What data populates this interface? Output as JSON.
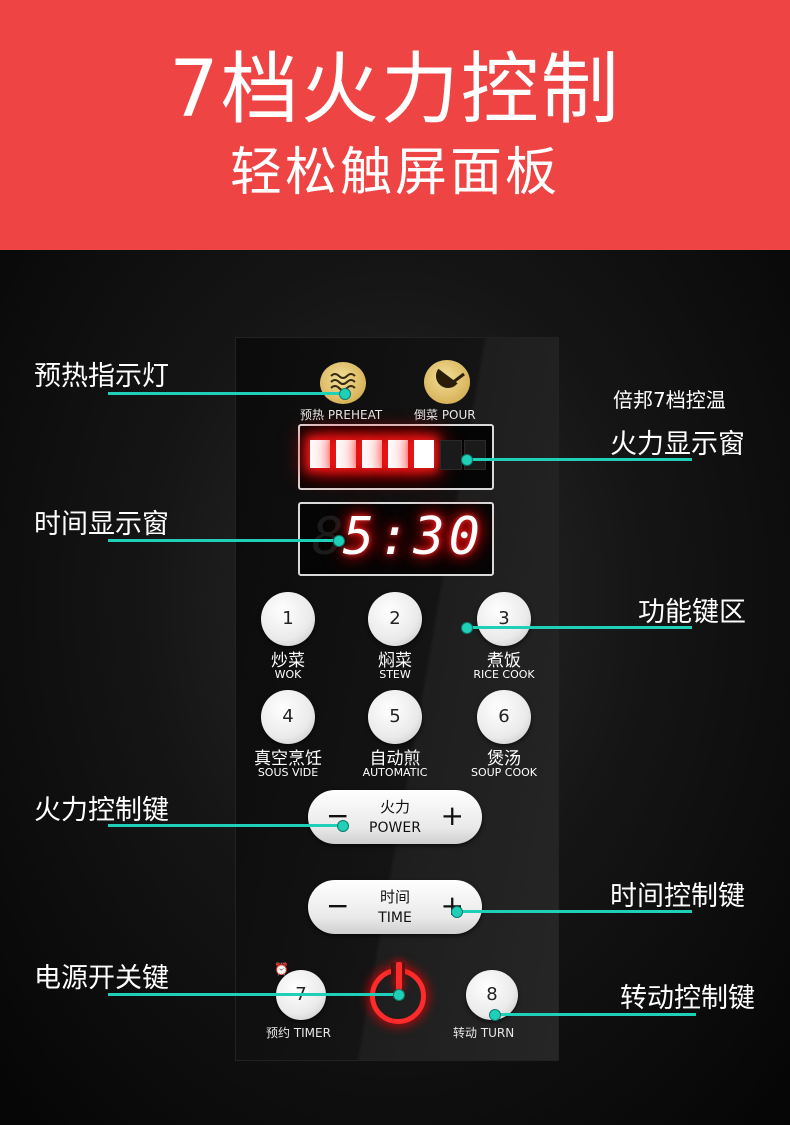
{
  "banner": {
    "title": "7档火力控制",
    "subtitle": "轻松触屏面板"
  },
  "panel": {
    "indicators": {
      "preheat_label": "预热 PREHEAT",
      "pour_label": "倒菜 POUR"
    },
    "power_display": {
      "bars_lit": 5,
      "bars_total": 7
    },
    "time_display": {
      "value": "5:30",
      "ghost": "8"
    },
    "functions": [
      {
        "num": "1",
        "cn": "炒菜",
        "en": "WOK"
      },
      {
        "num": "2",
        "cn": "焖菜",
        "en": "STEW"
      },
      {
        "num": "3",
        "cn": "煮饭",
        "en": "RICE COOK"
      },
      {
        "num": "4",
        "cn": "真空烹饪",
        "en": "SOUS VIDE"
      },
      {
        "num": "5",
        "cn": "自动煎",
        "en": "AUTOMATIC"
      },
      {
        "num": "6",
        "cn": "煲汤",
        "en": "SOUP COOK"
      }
    ],
    "power_control": {
      "cn": "火力",
      "en": "POWER",
      "minus": "−",
      "plus": "+"
    },
    "time_control": {
      "cn": "时间",
      "en": "TIME",
      "minus": "−",
      "plus": "+"
    },
    "timer": {
      "num": "7",
      "label": "预约 TIMER"
    },
    "turn": {
      "num": "8",
      "label": "转动 TURN"
    }
  },
  "callouts": {
    "preheat_light": "预热指示灯",
    "brand_temp": "倍邦7档控温",
    "power_window": "火力显示窗",
    "time_window": "时间显示窗",
    "function_area": "功能键区",
    "power_keys": "火力控制键",
    "time_keys": "时间控制键",
    "power_switch": "电源开关键",
    "turn_keys": "转动控制键"
  },
  "colors": {
    "banner": "#ef4444",
    "leader": "#1fd0b8",
    "led": "#ff2a2a"
  }
}
